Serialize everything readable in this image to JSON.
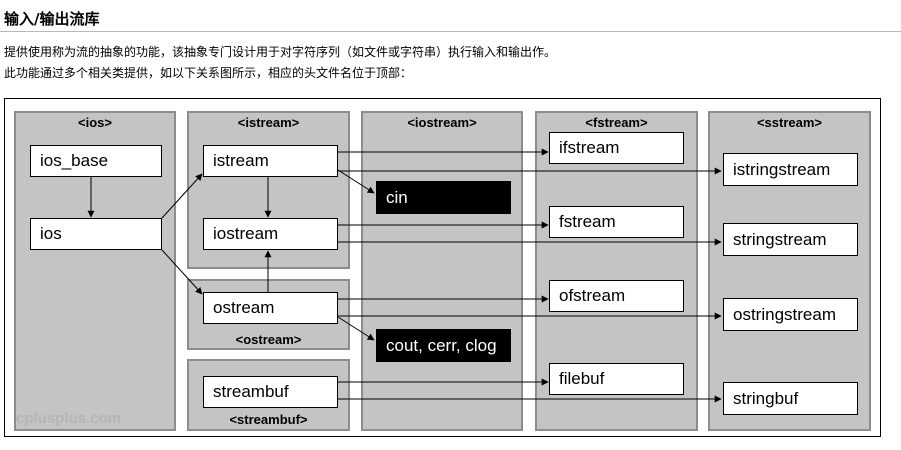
{
  "header": {
    "title": "输入/输出流库",
    "desc_line1": "提供使用称为流的抽象的功能，该抽象专门设计用于对字符序列（如文件或字符串）执行输入和输出作。",
    "desc_line2": "此功能通过多个相关类提供，如以下关系图所示，相应的头文件名位于顶部："
  },
  "diagram": {
    "panels": {
      "ios": "<ios>",
      "istream": "<istream>",
      "ostream": "<ostream>",
      "streambuf": "<streambuf>",
      "iostream": "<iostream>",
      "fstream": "<fstream>",
      "sstream": "<sstream>"
    },
    "classes": {
      "ios_base": "ios_base",
      "ios": "ios",
      "istream": "istream",
      "iostream": "iostream",
      "ostream": "ostream",
      "streambuf": "streambuf",
      "cin": "cin",
      "cout": "cout, cerr, clog",
      "ifstream": "ifstream",
      "fstream": "fstream",
      "ofstream": "ofstream",
      "filebuf": "filebuf",
      "istringstream": "istringstream",
      "stringstream": "stringstream",
      "ostringstream": "ostringstream",
      "stringbuf": "stringbuf"
    },
    "watermark": "cplusplus.com"
  }
}
